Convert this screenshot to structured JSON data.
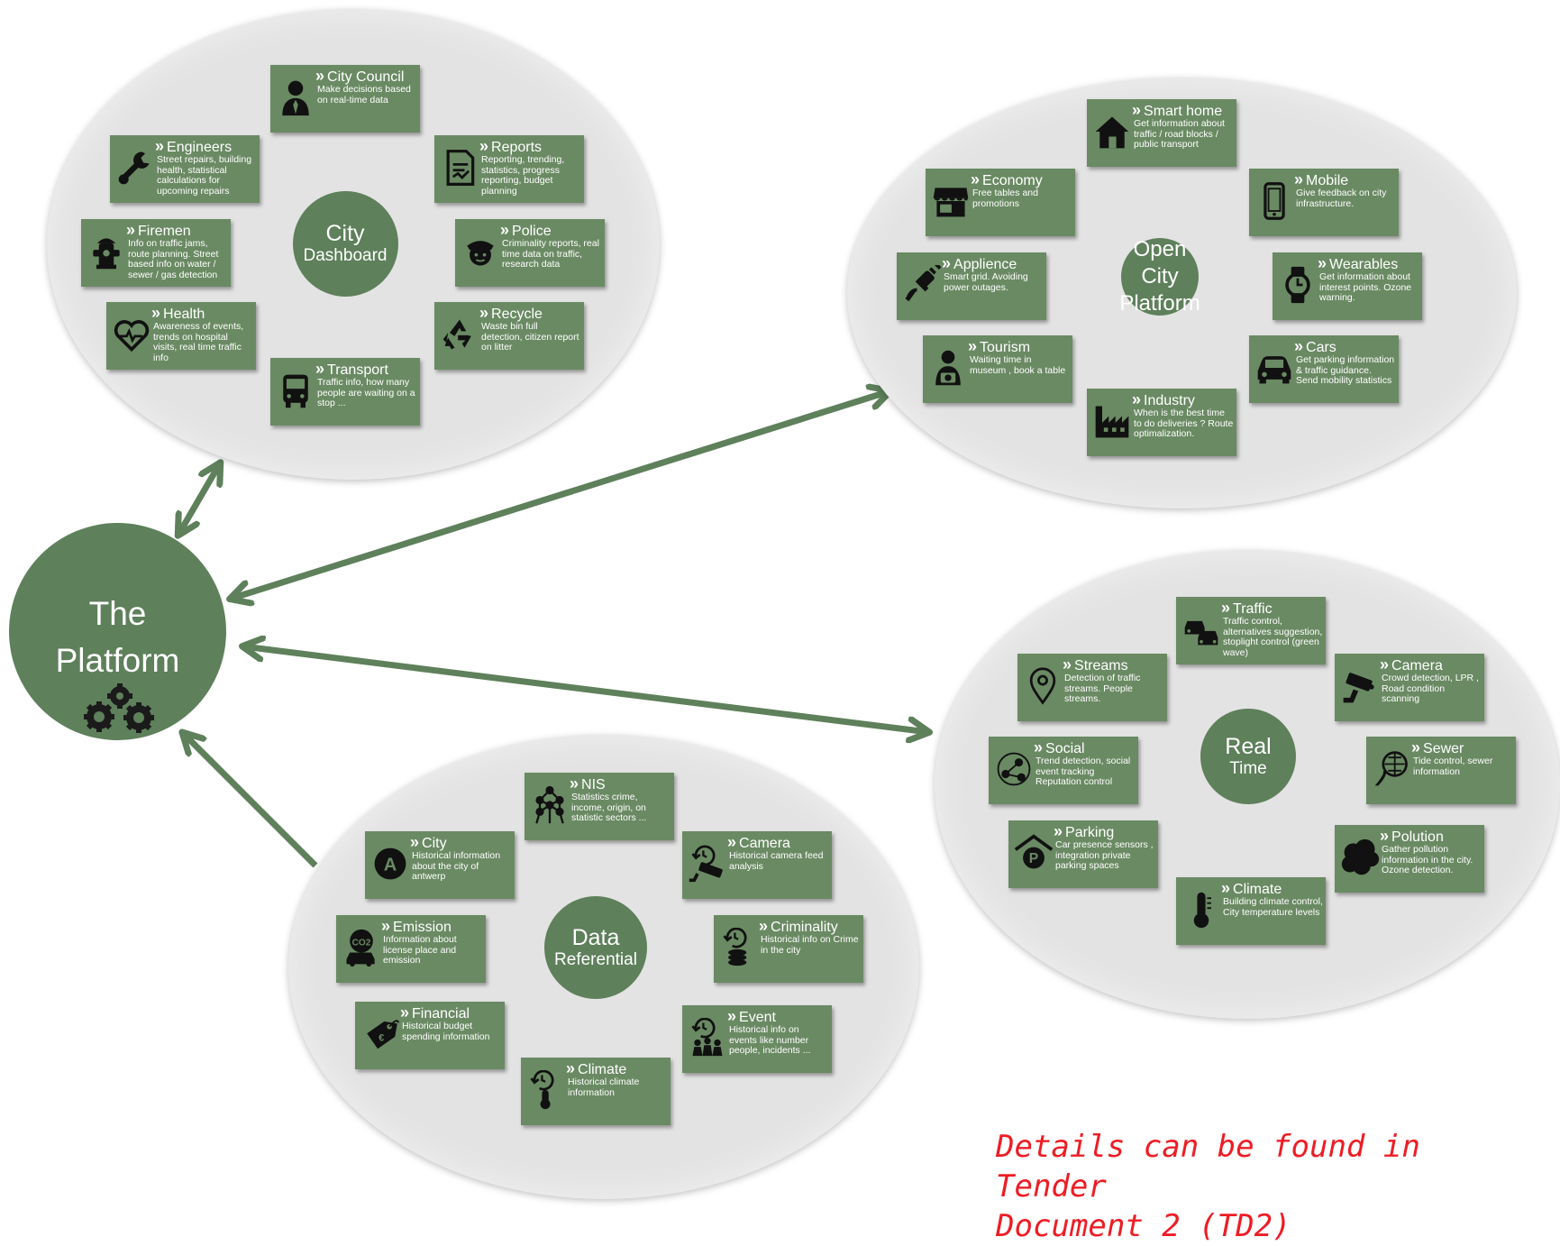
{
  "colors": {
    "green": "#6a8a63",
    "hub": "#5e805b",
    "ellipse": "#e3e3e3",
    "arrow": "#5e805b",
    "note": "#ee1c24"
  },
  "platform": {
    "title_line1": "The",
    "title_line2": "Platform",
    "icon": "gears-icon"
  },
  "dashboard": {
    "hub_line1": "City",
    "hub_line2": "Dashboard",
    "cards": [
      {
        "title": "City Council",
        "desc": "Make decisions based on real-time data",
        "icon": "person-icon"
      },
      {
        "title": "Engineers",
        "desc": "Street repairs, building health, statistical calculations for upcoming repairs",
        "icon": "wrench-icon"
      },
      {
        "title": "Reports",
        "desc": "Reporting, trending, statistics, progress reporting, budget planning",
        "icon": "report-icon"
      },
      {
        "title": "Firemen",
        "desc": "Info on traffic jams, route planning. Street based info on water / sewer / gas detection",
        "icon": "hydrant-icon"
      },
      {
        "title": "Police",
        "desc": "Criminality reports, real time data on traffic, research data",
        "icon": "police-icon"
      },
      {
        "title": "Health",
        "desc": "Awareness of events, trends on hospital visits, real time traffic info",
        "icon": "heart-icon"
      },
      {
        "title": "Recycle",
        "desc": "Waste bin full detection, citizen report on litter",
        "icon": "recycle-icon"
      },
      {
        "title": "Transport",
        "desc": "Traffic info, how many people are waiting on a stop ...",
        "icon": "bus-icon"
      }
    ]
  },
  "open_city": {
    "hub_line1": "Open",
    "hub_line2": "City",
    "hub_line3": "Platform",
    "cards": [
      {
        "title": "Smart home",
        "desc": "Get information about traffic / road blocks / public transport",
        "icon": "home-icon"
      },
      {
        "title": "Economy",
        "desc": "Free tables and promotions",
        "icon": "shop-icon"
      },
      {
        "title": "Mobile",
        "desc": "Give feedback on city infrastructure.",
        "icon": "phone-icon"
      },
      {
        "title": "Applience",
        "desc": "Smart grid. Avoiding power outages.",
        "icon": "plug-icon"
      },
      {
        "title": "Wearables",
        "desc": "Get information about interest points. Ozone warning.",
        "icon": "watch-icon"
      },
      {
        "title": "Tourism",
        "desc": "Waiting time in museum , book a table",
        "icon": "tourist-icon"
      },
      {
        "title": "Cars",
        "desc": "Get parking information & traffic guidance. Send mobility statistics",
        "icon": "car-icon"
      },
      {
        "title": "Industry",
        "desc": "When is the best time to do deliveries ? Route optimalization.",
        "icon": "factory-icon"
      }
    ]
  },
  "real_time": {
    "hub_line1": "Real",
    "hub_line2": "Time",
    "cards": [
      {
        "title": "Traffic",
        "desc": "Traffic control, alternatives suggestion, stoplight control (green wave)",
        "icon": "traffic-cars-icon"
      },
      {
        "title": "Streams",
        "desc": "Detection of traffic streams. People streams.",
        "icon": "location-pin-icon"
      },
      {
        "title": "Camera",
        "desc": "Crowd detection, LPR , Road condition scanning",
        "icon": "camera-icon"
      },
      {
        "title": "Social",
        "desc": "Trend detection, social event tracking Reputation control",
        "icon": "social-icon"
      },
      {
        "title": "Sewer",
        "desc": "Tide control, sewer information",
        "icon": "sewer-icon"
      },
      {
        "title": "Parking",
        "desc": "Car presence sensors , integration private parking spaces",
        "icon": "parking-icon"
      },
      {
        "title": "Polution",
        "desc": "Gather pollution information in the city. Ozone detection.",
        "icon": "cloud-icon"
      },
      {
        "title": "Climate",
        "desc": "Building climate control, City temperature levels",
        "icon": "thermometer-icon"
      }
    ]
  },
  "data_ref": {
    "hub_line1": "Data",
    "hub_line2": "Referential",
    "cards": [
      {
        "title": "NIS",
        "desc": "Statistics crime, income, origin, on statistic sectors ...",
        "icon": "atomium-icon"
      },
      {
        "title": "City",
        "desc": "Historical information about the city of antwerp",
        "icon": "city-a-icon"
      },
      {
        "title": "Camera",
        "desc": "Historical camera feed analysis",
        "icon": "history-camera-icon"
      },
      {
        "title": "Emission",
        "desc": "Information about license place and emission",
        "icon": "co2-icon"
      },
      {
        "title": "Criminality",
        "desc": "Historical info on Crime in the city",
        "icon": "history-coins-icon"
      },
      {
        "title": "Financial",
        "desc": "Historical budget spending information",
        "icon": "price-tag-icon"
      },
      {
        "title": "Event",
        "desc": "Historical info on events like number people, incidents ...",
        "icon": "history-crowd-icon"
      },
      {
        "title": "Climate",
        "desc": "Historical climate information",
        "icon": "history-thermometer-icon"
      }
    ]
  },
  "note": {
    "line1": "Details can be found in Tender",
    "line2": "Document 2 (TD2)"
  }
}
